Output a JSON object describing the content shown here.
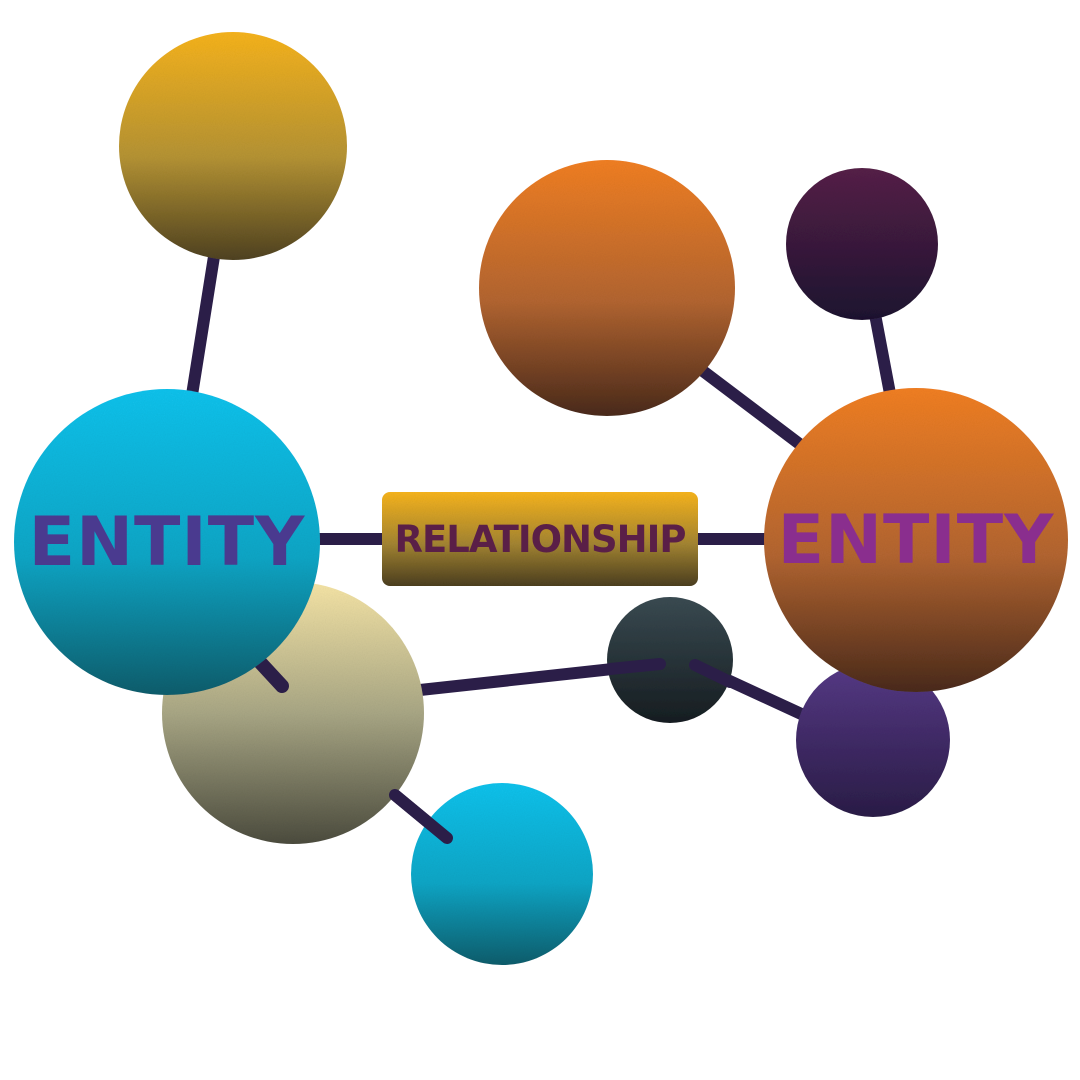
{
  "diagram": {
    "left_entity": {
      "label": "ENTITY",
      "label_color": "#4a3a8f"
    },
    "right_entity": {
      "label": "ENTITY",
      "label_color": "#8a2e8e"
    },
    "relationship": {
      "label": "RELATIONSHIP",
      "label_color": "#5a1f47"
    },
    "connector_color": "#2b1e48"
  }
}
